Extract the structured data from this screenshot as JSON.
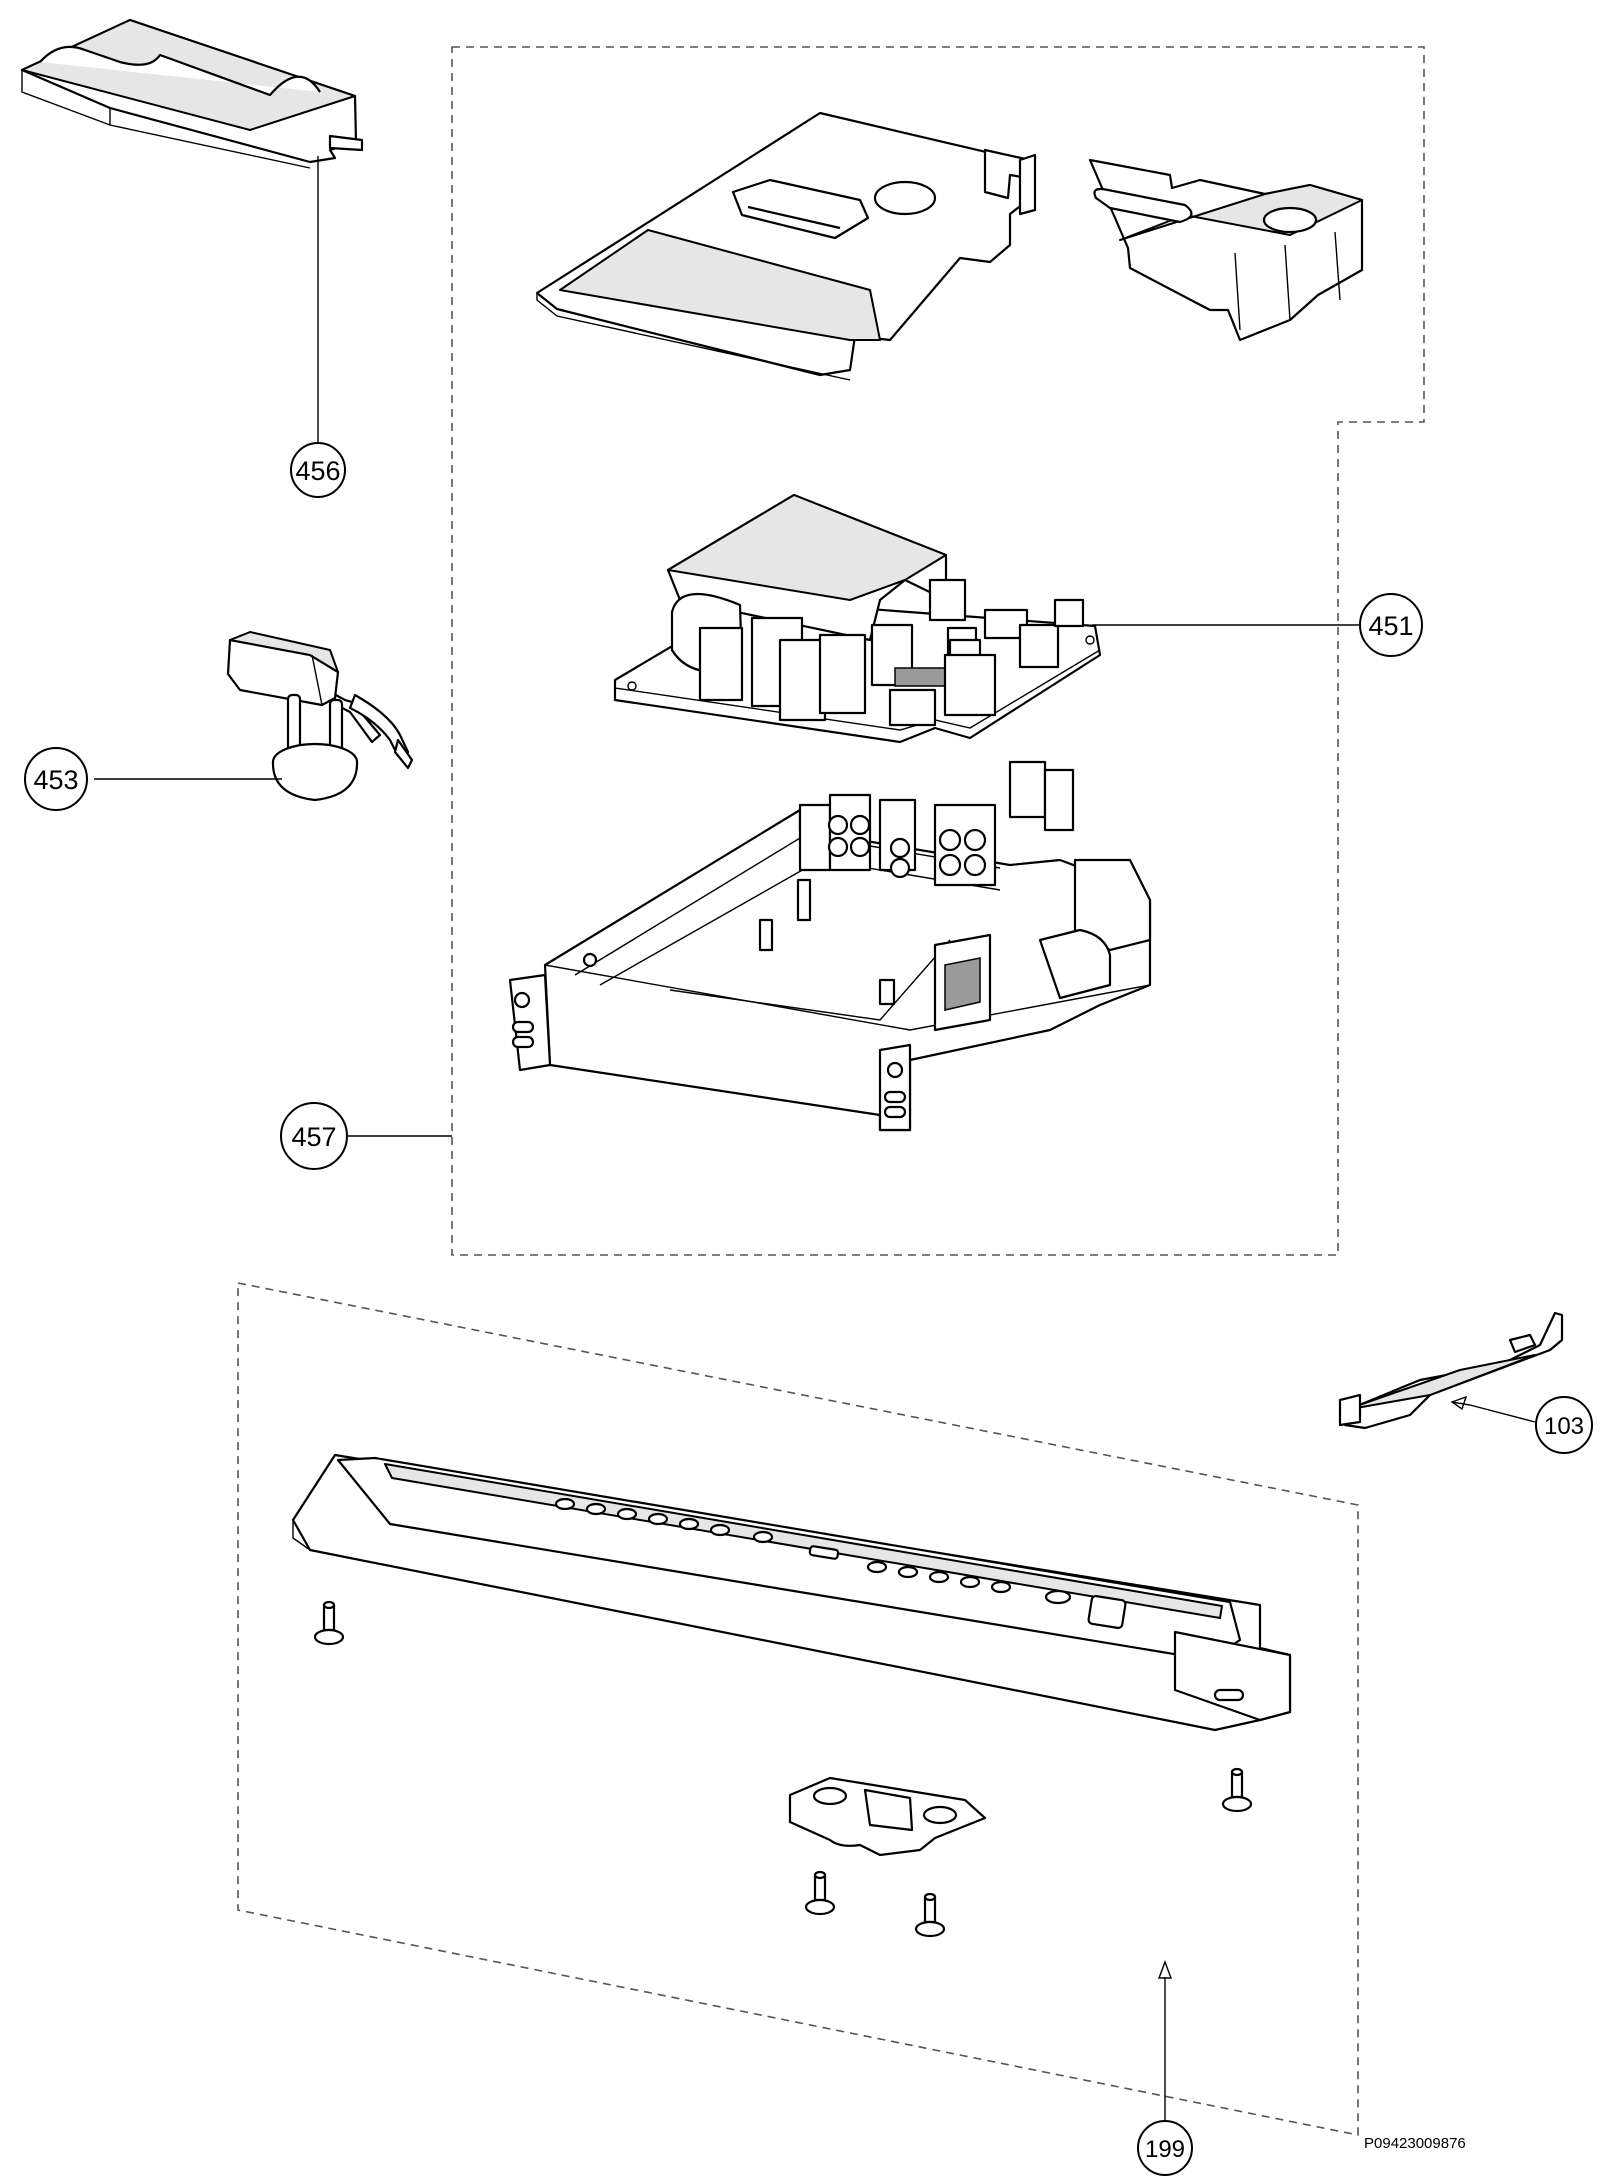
{
  "callouts": [
    {
      "id": "456",
      "label": "456"
    },
    {
      "id": "451",
      "label": "451"
    },
    {
      "id": "453",
      "label": "453"
    },
    {
      "id": "457",
      "label": "457"
    },
    {
      "id": "103",
      "label": "103"
    },
    {
      "id": "199",
      "label": "199"
    }
  ],
  "document_number": "P09423009876"
}
